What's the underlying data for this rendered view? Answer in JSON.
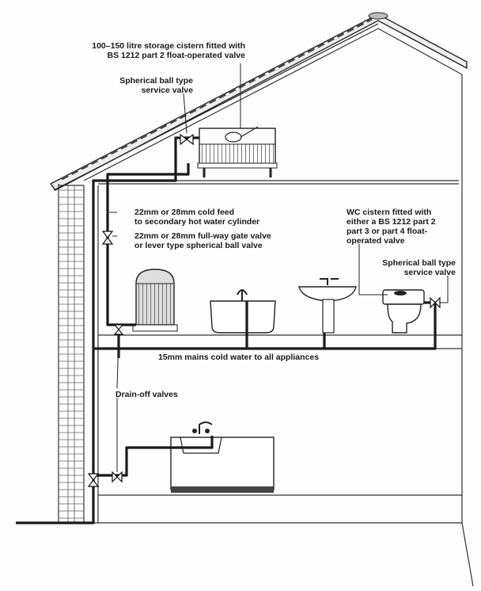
{
  "labels": {
    "cistern": [
      "100–150 litre storage cistern fitted with",
      "BS 1212 part 2 float-operated valve"
    ],
    "ball_valve_top": [
      "Spherical ball type",
      "service valve"
    ],
    "cold_feed": [
      "22mm or 28mm cold feed",
      "to secondary hot water cylinder"
    ],
    "gate_valve": [
      "22mm or 28mm full-way gate valve",
      "or lever type spherical ball valve"
    ],
    "wc_cistern": [
      "WC cistern fitted with",
      "either a BS 1212 part 2",
      "part 3 or part 4 float-",
      "operated valve"
    ],
    "ball_valve_wc": [
      "Spherical ball type",
      "service valve"
    ],
    "mains": "15mm mains cold water to all appliances",
    "drain_off": "Drain-off valves"
  }
}
